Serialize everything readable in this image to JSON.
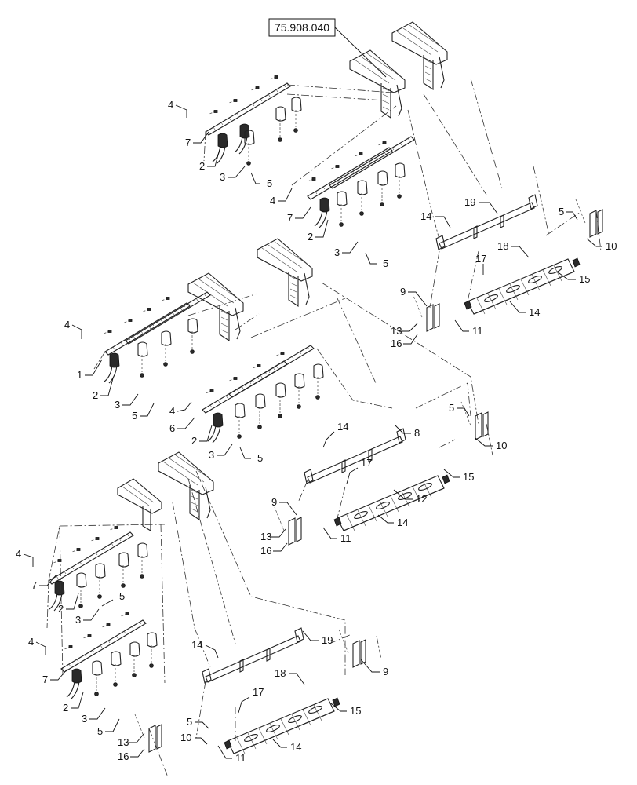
{
  "reference": {
    "label": "75.908.040"
  },
  "callouts": [
    {
      "id": "c1",
      "text": "4"
    },
    {
      "id": "c2",
      "text": "7"
    },
    {
      "id": "c3",
      "text": "2"
    },
    {
      "id": "c4",
      "text": "3"
    },
    {
      "id": "c5",
      "text": "5"
    },
    {
      "id": "c6",
      "text": "4"
    },
    {
      "id": "c7",
      "text": "7"
    },
    {
      "id": "c8",
      "text": "2"
    },
    {
      "id": "c9",
      "text": "3"
    },
    {
      "id": "c10",
      "text": "5"
    },
    {
      "id": "c11",
      "text": "19"
    },
    {
      "id": "c12",
      "text": "14"
    },
    {
      "id": "c13",
      "text": "5"
    },
    {
      "id": "c14",
      "text": "10"
    },
    {
      "id": "c15",
      "text": "18"
    },
    {
      "id": "c16",
      "text": "17"
    },
    {
      "id": "c17",
      "text": "15"
    },
    {
      "id": "c18",
      "text": "9"
    },
    {
      "id": "c19",
      "text": "14"
    },
    {
      "id": "c20",
      "text": "13"
    },
    {
      "id": "c21",
      "text": "11"
    },
    {
      "id": "c22",
      "text": "16"
    },
    {
      "id": "c23",
      "text": "4"
    },
    {
      "id": "c24",
      "text": "1"
    },
    {
      "id": "c25",
      "text": "2"
    },
    {
      "id": "c26",
      "text": "3"
    },
    {
      "id": "c27",
      "text": "5"
    },
    {
      "id": "c28",
      "text": "4"
    },
    {
      "id": "c29",
      "text": "6"
    },
    {
      "id": "c30",
      "text": "2"
    },
    {
      "id": "c31",
      "text": "3"
    },
    {
      "id": "c32",
      "text": "5"
    },
    {
      "id": "c33",
      "text": "5"
    },
    {
      "id": "c34",
      "text": "14"
    },
    {
      "id": "c35",
      "text": "8"
    },
    {
      "id": "c36",
      "text": "10"
    },
    {
      "id": "c37",
      "text": "17"
    },
    {
      "id": "c38",
      "text": "15"
    },
    {
      "id": "c39",
      "text": "12"
    },
    {
      "id": "c40",
      "text": "9"
    },
    {
      "id": "c41",
      "text": "14"
    },
    {
      "id": "c42",
      "text": "13"
    },
    {
      "id": "c43",
      "text": "11"
    },
    {
      "id": "c44",
      "text": "16"
    },
    {
      "id": "c45",
      "text": "4"
    },
    {
      "id": "c46",
      "text": "7"
    },
    {
      "id": "c47",
      "text": "5"
    },
    {
      "id": "c48",
      "text": "2"
    },
    {
      "id": "c49",
      "text": "3"
    },
    {
      "id": "c50",
      "text": "4"
    },
    {
      "id": "c51",
      "text": "7"
    },
    {
      "id": "c52",
      "text": "14"
    },
    {
      "id": "c53",
      "text": "19"
    },
    {
      "id": "c54",
      "text": "9"
    },
    {
      "id": "c55",
      "text": "2"
    },
    {
      "id": "c56",
      "text": "3"
    },
    {
      "id": "c57",
      "text": "5"
    },
    {
      "id": "c58",
      "text": "18"
    },
    {
      "id": "c59",
      "text": "17"
    },
    {
      "id": "c60",
      "text": "15"
    },
    {
      "id": "c61",
      "text": "5"
    },
    {
      "id": "c62",
      "text": "10"
    },
    {
      "id": "c63",
      "text": "14"
    },
    {
      "id": "c64",
      "text": "13"
    },
    {
      "id": "c65",
      "text": "11"
    },
    {
      "id": "c66",
      "text": "16"
    }
  ]
}
